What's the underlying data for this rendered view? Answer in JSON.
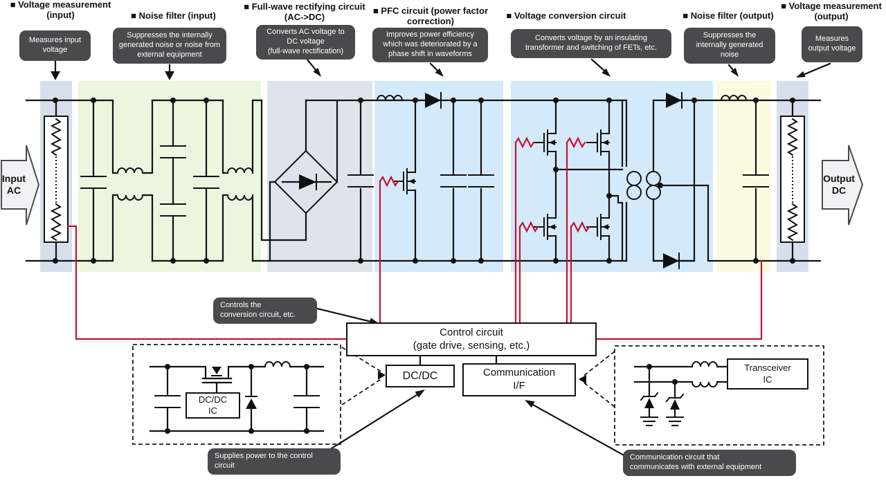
{
  "sections": [
    {
      "title": "■ Voltage measurement\n(input)",
      "tooltip": "Measures input\nvoltage"
    },
    {
      "title": "■ Noise filter (input)",
      "tooltip": "Suppresses the internally\ngenerated noise or noise from\nexternal equipment"
    },
    {
      "title": "■ Full-wave rectifying circuit\n(AC->DC)",
      "tooltip": "Converts AC voltage to\nDC voltage\n(full-wave rectification)"
    },
    {
      "title": "■ PFC circuit (power factor\ncorrection)",
      "tooltip": "Improves power efficiency\nwhich was deteriorated by a\nphase shift in waveforms"
    },
    {
      "title": "■ Voltage conversion circuit",
      "tooltip": "Converts voltage by an insulating\ntransformer and switching of FETs, etc."
    },
    {
      "title": "■ Noise filter (output)",
      "tooltip": "Suppresses the\ninternally generated\nnoise"
    },
    {
      "title": "■ Voltage measurement\n(output)",
      "tooltip": "Measures\noutput voltage"
    }
  ],
  "io": {
    "input": "Input\nAC",
    "output": "Output\nDC"
  },
  "control": {
    "main": "Control circuit\n(gate drive, sensing, etc.)",
    "dcdc": "DC/DC",
    "comm": "Communication\nI/F",
    "controls_note": "Controls the\nconversion circuit, etc.",
    "supplies_note": "Supplies power to the control\ncircuit",
    "comm_note": "Communication circuit that\ncommunicates with external equipment"
  },
  "ics": {
    "dcdc_ic": "DC/DC\nIC",
    "transceiver": "Transceiver\nIC"
  },
  "colors": {
    "accent_red": "#c4132f",
    "tooltip_bg": "#4a4a4c",
    "band_measure": "#d7dfee",
    "band_filter_in": "#eaf6de",
    "band_rectifier": "#dfe3eb",
    "band_pfc": "#d4eafa",
    "band_filter_out": "#fcfbe2",
    "ink": "#111111"
  }
}
